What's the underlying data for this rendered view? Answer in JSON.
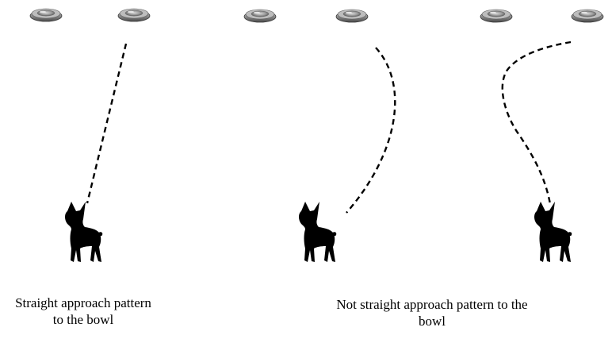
{
  "captions": {
    "straight": {
      "line1": "Straight approach pattern",
      "line2": "to the bowl"
    },
    "not_straight": {
      "line1": "Not straight approach pattern to the",
      "line2": "bowl"
    }
  },
  "colors": {
    "background": "#ffffff",
    "path_line": "#000000",
    "dog_silhouette": "#000000",
    "bowl_metal": "#8a8a8a"
  },
  "icons": {
    "bowl": "metal-dog-bowl-icon",
    "dog": "french-bulldog-silhouette-icon"
  }
}
